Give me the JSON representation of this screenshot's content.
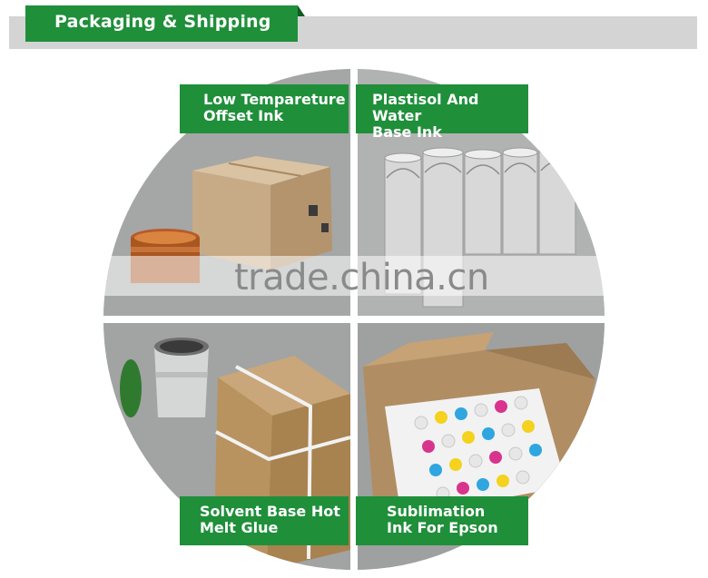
{
  "header": {
    "title": "Packaging & Shipping"
  },
  "products": {
    "top_left": {
      "line1": "Low Tempareture",
      "line2": "Offset Ink"
    },
    "top_right": {
      "line1": "Plastisol And Water",
      "line2": "Base Ink"
    },
    "bottom_left": {
      "line1": "Solvent Base Hot",
      "line2": "Melt Glue"
    },
    "bottom_right": {
      "line1": "Sublimation",
      "line2": "Ink For Epson"
    }
  },
  "watermark": {
    "text": "trade.china.cn"
  },
  "colors": {
    "accent_green": "#1f8f3a",
    "panel_gray": "#a9aaaa"
  }
}
